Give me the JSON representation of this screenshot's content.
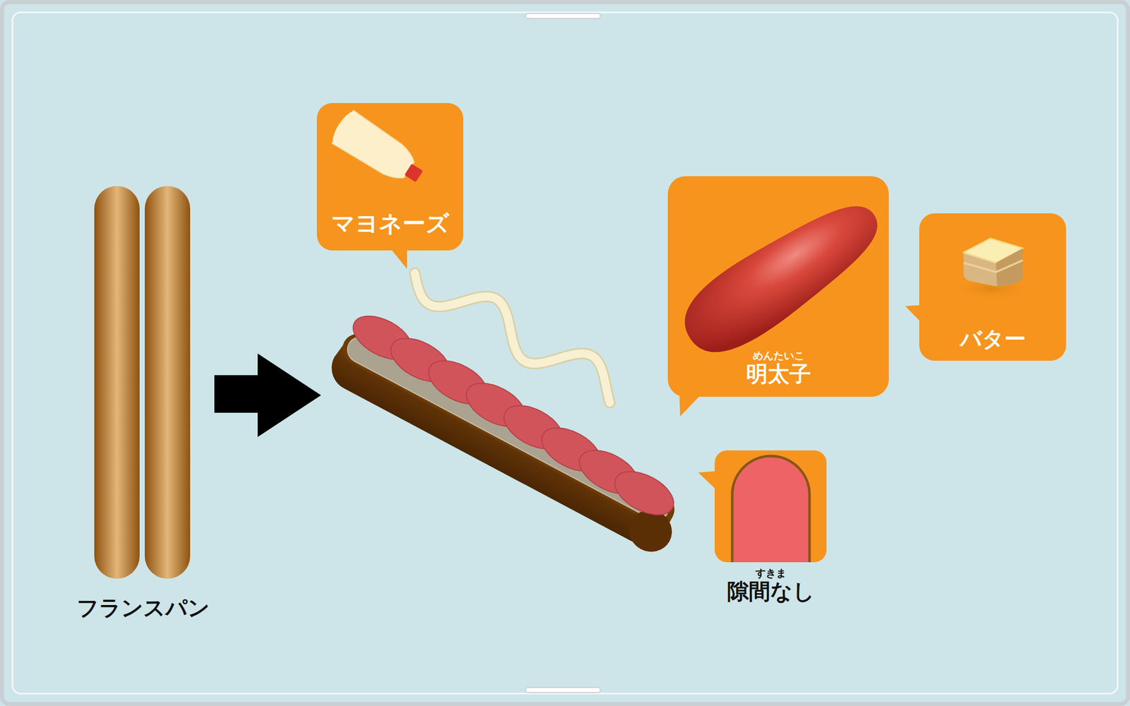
{
  "diagram": {
    "nodes": [
      {
        "text": [
          "マヨネーズ"
        ]
      },
      {
        "text": [
          "めんたいこ",
          "明太子"
        ]
      },
      {
        "text": [
          "バター"
        ]
      },
      {
        "text": [
          "すきま",
          "隙間なし"
        ]
      }
    ],
    "labels": [
      "フランスパン"
    ]
  }
}
